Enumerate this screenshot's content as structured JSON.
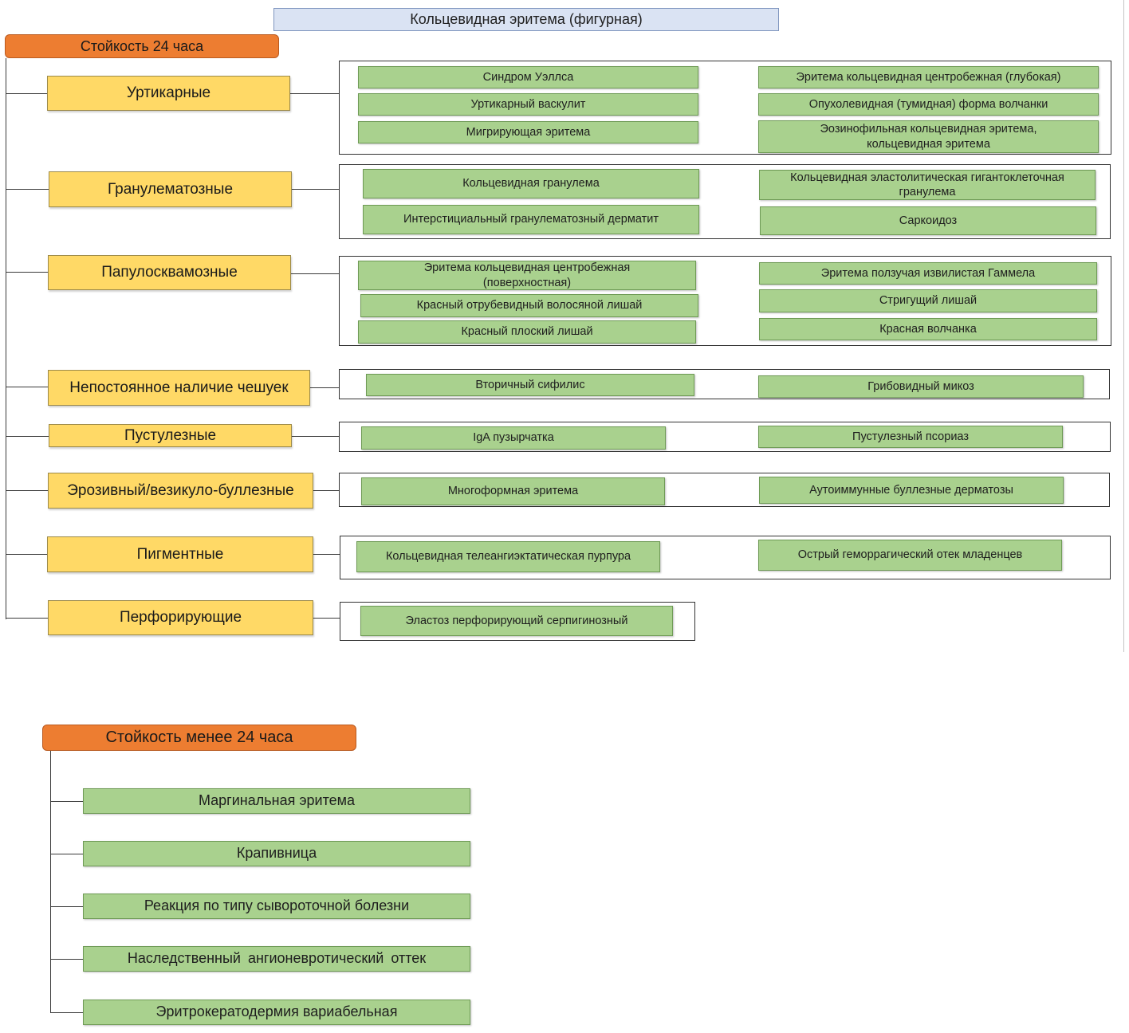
{
  "title": "Кольцевидная эритема (фигурная)",
  "persistent": {
    "label": "Стойкость 24 часа",
    "categories": [
      {
        "name": "Уртикарные",
        "left": [
          "Синдром Уэллса",
          "Уртикарный васкулит",
          "Мигрирующая эритема"
        ],
        "right": [
          "Эритема кольцевидная центробежная (глубокая)",
          "Опухолевидная (тумидная) форма волчанки",
          "Эозинофильная кольцевидная эритема, кольцевидная эритема"
        ]
      },
      {
        "name": "Гранулематозные",
        "left": [
          "Кольцевидная гранулема",
          "Интерстициальный гранулематозный дерматит"
        ],
        "right": [
          "Кольцевидная эластолитическая гигантоклеточная гранулема",
          "Саркоидоз"
        ]
      },
      {
        "name": "Папулосквамозные",
        "left": [
          "Эритема кольцевидная центробежная (поверхностная)",
          "Красный отрубевидный волосяной лишай",
          "Красный плоский лишай"
        ],
        "right": [
          "Эритема ползучая извилистая Гаммела",
          "Стригущий лишай",
          "Красная волчанка"
        ]
      },
      {
        "name": "Непостоянное наличие чешуек",
        "left": [
          "Вторичный сифилис"
        ],
        "right": [
          "Грибовидный микоз"
        ]
      },
      {
        "name": "Пустулезные",
        "left": [
          "IgA пузырчатка"
        ],
        "right": [
          "Пустулезный псориаз"
        ]
      },
      {
        "name": "Эрозивный/везикуло-буллезные",
        "left": [
          "Многоформная эритема"
        ],
        "right": [
          "Аутоиммунные буллезные дерматозы"
        ]
      },
      {
        "name": "Пигментные",
        "left": [
          "Кольцевидная телеангиэктатическая пурпура"
        ],
        "right": [
          "Острый геморрагический отек младенцев"
        ]
      },
      {
        "name": "Перфорирующие",
        "left": [
          "Эластоз перфорирующий серпигинозный"
        ]
      }
    ]
  },
  "transient": {
    "label": "Стойкость менее 24 часа",
    "items": [
      "Маргинальная эритема",
      "Крапивница",
      "Реакция по типу сывороточной болезни",
      "Наследственный ангионевротический оттек",
      "Эритрокератодермия вариабельная"
    ]
  },
  "colors": {
    "title_fill": "#dae3f3",
    "persistence_fill": "#ed7d31",
    "category_fill": "#ffd966",
    "item_fill": "#a9d18e"
  }
}
